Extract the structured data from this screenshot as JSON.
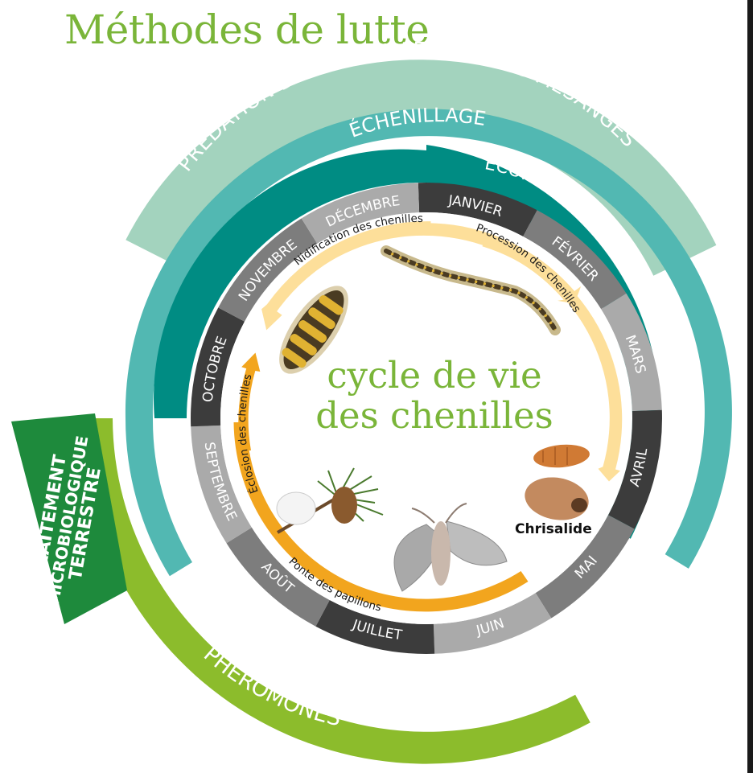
{
  "title": "Méthodes de lutte",
  "center_title": [
    "cycle de vie",
    "des chenilles"
  ],
  "methods": {
    "predation": "PRÉDATION DES CHENILLES PAR LES MÉSANGES",
    "echenillage": "ÉCHENILLAGE",
    "ecopiege": "ÉCOPIÈGE",
    "traitement": [
      "TRAITEMENT",
      "MICROBIOLOGIQUE",
      "TERRESTRE"
    ],
    "pheromones": "PHÉROMONES"
  },
  "months": [
    "JANVIER",
    "FÉVRIER",
    "MARS",
    "AVRIL",
    "MAI",
    "JUIN",
    "JUILLET",
    "AOÛT",
    "SEPTEMBRE",
    "OCTOBRE",
    "NOVEMBRE",
    "DÉCEMBRE"
  ],
  "cycle_stages": {
    "nidification": "Nidification des chenilles",
    "procession": "Procession des chenilles",
    "ponte": "Ponte des papillons",
    "eclosion": "Éclosion des chenilles"
  },
  "chrysalis_label": "Chrisalide",
  "colors": {
    "title_green": "#7ab539",
    "predation": "#a3d3be",
    "echenillage": "#52b8b2",
    "ecopiege": "#008c83",
    "traitement": "#1e8a3c",
    "pheromones": "#8cbc2c",
    "month_dark": "#3c3c3c",
    "month_mid": "#7d7d7d",
    "month_light": "#aaaaaa",
    "cycle_light": "#fddf9a",
    "cycle_dark": "#f2a51e"
  }
}
